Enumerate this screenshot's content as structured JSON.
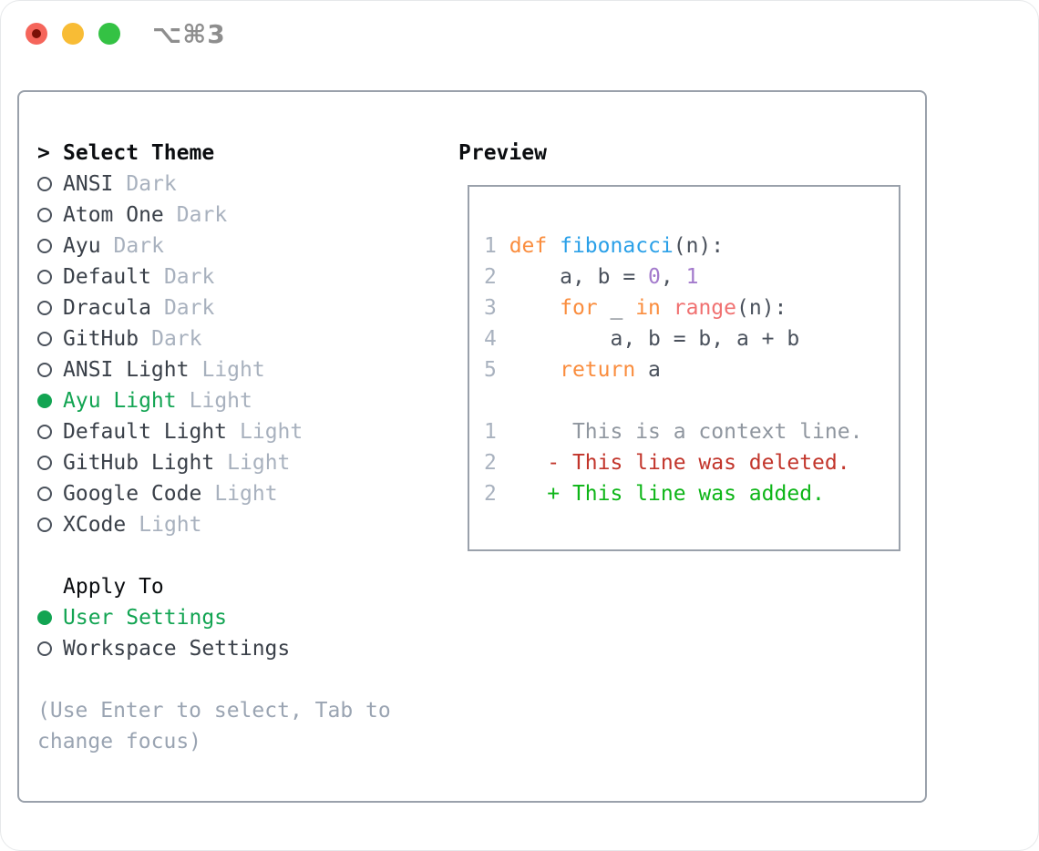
{
  "window": {
    "shortcut": "⌥⌘3",
    "traffic_lights": [
      "close",
      "minimize",
      "zoom"
    ]
  },
  "colors": {
    "green": "#12a452",
    "kw": "#fa8d3e",
    "fn": "#2aa0e8",
    "konst": "#a37acc",
    "special": "#f07171",
    "fg_code": "#4a515c",
    "num": "#a9b2bf",
    "ctx": "#8f969f",
    "del": "#c2352b",
    "add": "#0db517",
    "item": "#3a4049",
    "muted": "#a8b1be",
    "help": "#9aa4b2",
    "ink": "#0b0d10",
    "border": "#9aa1ab",
    "tbar_text": "#8e8e8e",
    "tl_red": "#f5655b",
    "tl_red_dot": "#7a1007",
    "tl_yellow": "#f8bc35",
    "tl_green": "#34c244"
  },
  "sidebar": {
    "header": {
      "prompt": ">",
      "title": "Select Theme"
    },
    "themes": [
      {
        "name": "ANSI",
        "variant": "Dark",
        "selected": false
      },
      {
        "name": "Atom One",
        "variant": "Dark",
        "selected": false
      },
      {
        "name": "Ayu",
        "variant": "Dark",
        "selected": false
      },
      {
        "name": "Default",
        "variant": "Dark",
        "selected": false
      },
      {
        "name": "Dracula",
        "variant": "Dark",
        "selected": false
      },
      {
        "name": "GitHub",
        "variant": "Dark",
        "selected": false
      },
      {
        "name": "ANSI Light",
        "variant": "Light",
        "selected": false
      },
      {
        "name": "Ayu Light",
        "variant": "Light",
        "selected": true
      },
      {
        "name": "Default Light",
        "variant": "Light",
        "selected": false
      },
      {
        "name": "GitHub Light",
        "variant": "Light",
        "selected": false
      },
      {
        "name": "Google Code",
        "variant": "Light",
        "selected": false
      },
      {
        "name": "XCode",
        "variant": "Light",
        "selected": false
      }
    ],
    "apply": {
      "title": "Apply To",
      "options": [
        {
          "label": "User Settings",
          "selected": true
        },
        {
          "label": "Workspace Settings",
          "selected": false
        }
      ]
    },
    "help": [
      "(Use Enter to select, Tab to",
      "change focus)"
    ]
  },
  "preview": {
    "title": "Preview",
    "lines": [
      [
        [
          "num",
          "1 "
        ],
        [
          "kw",
          "def"
        ],
        [
          "fg",
          " "
        ],
        [
          "fn",
          "fibonacci"
        ],
        [
          "fg",
          "(n):"
        ]
      ],
      [
        [
          "num",
          "2 "
        ],
        [
          "fg",
          "    a, b = "
        ],
        [
          "const",
          "0"
        ],
        [
          "fg",
          ", "
        ],
        [
          "const",
          "1"
        ]
      ],
      [
        [
          "num",
          "3 "
        ],
        [
          "fg",
          "    "
        ],
        [
          "kw",
          "for"
        ],
        [
          "fg",
          " _ "
        ],
        [
          "kw",
          "in"
        ],
        [
          "fg",
          " "
        ],
        [
          "special",
          "range"
        ],
        [
          "fg",
          "(n):"
        ]
      ],
      [
        [
          "num",
          "4 "
        ],
        [
          "fg",
          "        a, b = b, a + b"
        ]
      ],
      [
        [
          "num",
          "5 "
        ],
        [
          "fg",
          "    "
        ],
        [
          "kw",
          "return"
        ],
        [
          "fg",
          " a"
        ]
      ],
      [],
      [
        [
          "num",
          "1"
        ],
        [
          "fg",
          "      "
        ],
        [
          "ctx",
          "This is a context line."
        ]
      ],
      [
        [
          "num",
          "2"
        ],
        [
          "fg",
          "    "
        ],
        [
          "del",
          "- This line was deleted."
        ]
      ],
      [
        [
          "num",
          "2"
        ],
        [
          "fg",
          "    "
        ],
        [
          "add",
          "+ This line was added."
        ]
      ]
    ]
  }
}
